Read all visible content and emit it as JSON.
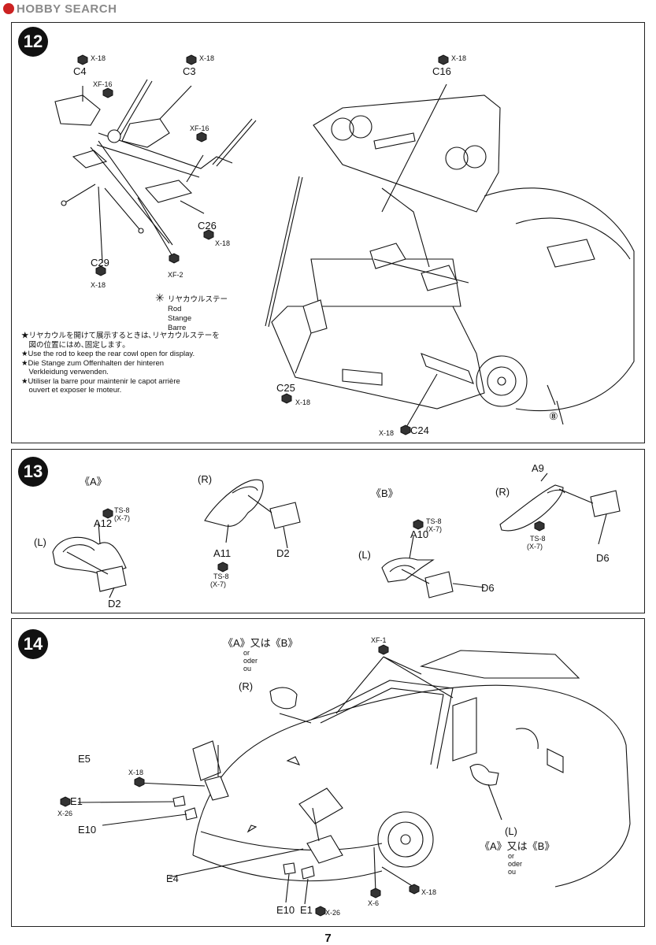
{
  "header": {
    "logo": "HOBBY SEARCH"
  },
  "page_number": "7",
  "step12": {
    "number": "12",
    "labels": {
      "c4": "C4",
      "c4_screw": "X-18",
      "c3": "C3",
      "c3_screw": "X-18",
      "xf16a": "XF-16",
      "xf16b": "XF-16",
      "c16": "C16",
      "c16_screw": "X-18",
      "c26": "C26",
      "c26_screw": "X-18",
      "c29": "C29",
      "c29_screw": "X-18",
      "xf2": "XF-2",
      "c25": "C25",
      "c25_screw": "X-18",
      "c24": "C24",
      "c24_screw": "X-18",
      "ref8": "⑧"
    },
    "rod": {
      "jp": "リヤカウルステー",
      "en": "Rod",
      "de": "Stange",
      "fr": "Barre"
    },
    "note": [
      "★リヤカウルを開けて展示するときは､リヤカウルステーを",
      "　図の位置にはめ､固定します｡",
      "★Use the rod to keep the rear cowl open for display.",
      "★Die Stange zum Offenhalten der hinteren",
      "　Verkleidung verwenden.",
      "★Utiliser la barre pour maintenir le capot arrière",
      "　ouvert et exposer le moteur."
    ]
  },
  "step13": {
    "number": "13",
    "labels": {
      "a_title": "《A》",
      "b_title": "《B》",
      "r1": "(R)",
      "l1": "(L)",
      "r2": "(R)",
      "l2": "(L)",
      "a12": "A12",
      "a12_paint": "TS-8",
      "a12_paint2": "(X-7)",
      "a11": "A11",
      "a11_paint": "TS-8",
      "a11_paint2": "(X-7)",
      "a10": "A10",
      "a10_paint": "TS-8",
      "a10_paint2": "(X-7)",
      "a9": "A9",
      "a9_paint": "TS-8",
      "a9_paint2": "(X-7)",
      "d2a": "D2",
      "d2b": "D2",
      "d6a": "D6",
      "d6b": "D6"
    }
  },
  "step14": {
    "number": "14",
    "labels": {
      "ab_top": "《A》又は《B》",
      "or_top": "or",
      "oder_top": "oder",
      "ou_top": "ou",
      "xf1": "XF-1",
      "r": "(R)",
      "l": "(L)",
      "e5": "E5",
      "x18a": "X-18",
      "e1a": "E1",
      "x26a": "X-26",
      "e10a": "E10",
      "e4": "E4",
      "e10b": "E10",
      "e1b": "E1",
      "x26b": "X-26",
      "x6": "X-6",
      "x18b": "X-18",
      "ab_bottom": "《A》又は《B》",
      "or_b": "or",
      "oder_b": "oder",
      "ou_b": "ou"
    }
  }
}
